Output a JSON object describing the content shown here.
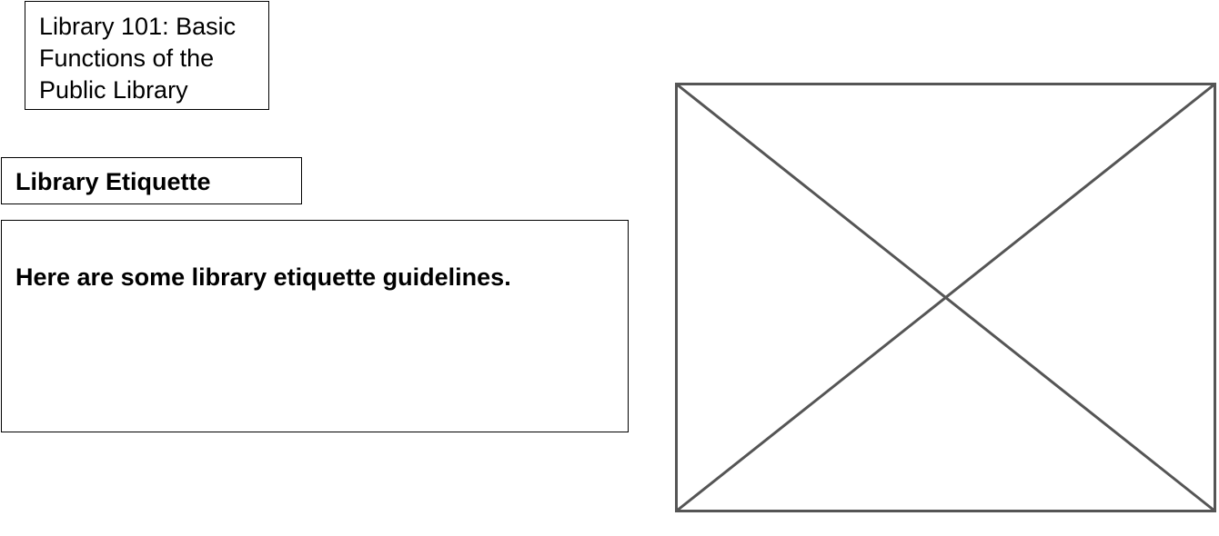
{
  "header": {
    "course_title": "Library 101: Basic Functions of the Public Library"
  },
  "section": {
    "heading": "Library Etiquette",
    "body_text": "Here are some library etiquette guidelines."
  },
  "media": {
    "placeholder_icon": "image-placeholder-icon",
    "stroke_color": "#555555"
  }
}
